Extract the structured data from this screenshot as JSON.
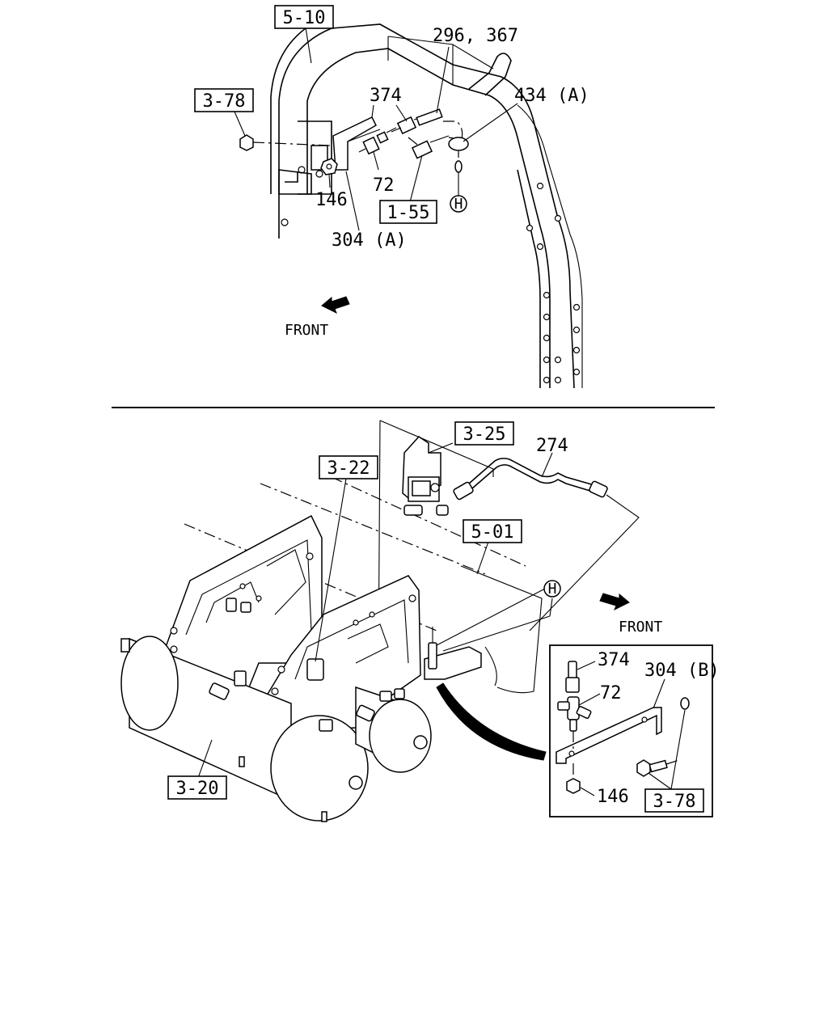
{
  "top": {
    "refs": {
      "r510": "5-10",
      "r378": "3-78",
      "r155": "1-55"
    },
    "parts": {
      "p296": "296, 367",
      "p374": "374",
      "p434": "434 (A)",
      "p72": "72",
      "p146": "146",
      "p304": "304 (A)"
    },
    "connector": "H",
    "front": "FRONT"
  },
  "bottom": {
    "refs": {
      "r325": "3-25",
      "r322": "3-22",
      "r501": "5-01",
      "r320": "3-20"
    },
    "parts": {
      "p274": "274"
    },
    "connector": "H",
    "front": "FRONT"
  },
  "inset": {
    "parts": {
      "p374": "374",
      "p72": "72",
      "p304": "304 (B)",
      "p146": "146"
    },
    "refs": {
      "r378": "3-78"
    }
  }
}
